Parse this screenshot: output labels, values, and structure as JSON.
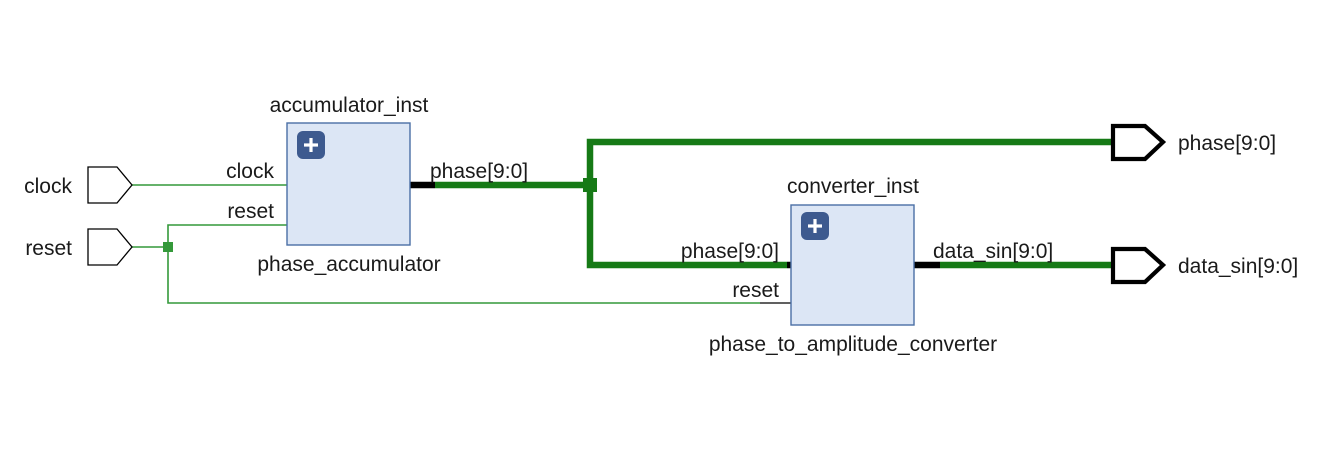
{
  "diagram": {
    "type": "rtl-schematic",
    "title": "",
    "background_color": "#ffffff",
    "colors": {
      "block_fill": "#dce6f5",
      "block_stroke": "#4a6fa5",
      "plus_badge": "#3d5a8f",
      "bus_wire": "#167a16",
      "thin_wire": "#34993a",
      "port_outline": "#000000",
      "text": "#1a1a1a"
    }
  },
  "input_ports": [
    {
      "name": "clock",
      "label": "clock",
      "shape": "pentagon-input"
    },
    {
      "name": "reset",
      "label": "reset",
      "shape": "pentagon-input"
    }
  ],
  "output_ports": [
    {
      "name": "phase",
      "label": "phase[9:0]",
      "shape": "pentagon-output",
      "width": 10
    },
    {
      "name": "data_sin",
      "label": "data_sin[9:0]",
      "shape": "pentagon-output",
      "width": 10
    }
  ],
  "blocks": [
    {
      "instance_name": "accumulator_inst",
      "module_name": "phase_accumulator",
      "badge": "+",
      "inputs": [
        {
          "label": "clock",
          "kind": "wire"
        },
        {
          "label": "reset",
          "kind": "wire"
        }
      ],
      "outputs": [
        {
          "label": "phase[9:0]",
          "kind": "bus",
          "width": 10
        }
      ]
    },
    {
      "instance_name": "converter_inst",
      "module_name": "phase_to_amplitude_converter",
      "badge": "+",
      "inputs": [
        {
          "label": "phase[9:0]",
          "kind": "bus",
          "width": 10
        },
        {
          "label": "reset",
          "kind": "wire"
        }
      ],
      "outputs": [
        {
          "label": "data_sin[9:0]",
          "kind": "bus",
          "width": 10
        }
      ]
    }
  ],
  "nets": [
    {
      "name": "clock",
      "kind": "wire",
      "from": "clock",
      "to": "accumulator_inst.clock"
    },
    {
      "name": "reset",
      "kind": "wire",
      "from": "reset",
      "to": "accumulator_inst.reset, converter_inst.reset",
      "has_junction": true
    },
    {
      "name": "phase",
      "kind": "bus",
      "width": 10,
      "from": "accumulator_inst.phase[9:0]",
      "to": "phase[9:0], converter_inst.phase[9:0]",
      "has_junction": true
    },
    {
      "name": "data_sin",
      "kind": "bus",
      "width": 10,
      "from": "converter_inst.data_sin[9:0]",
      "to": "data_sin[9:0]"
    }
  ]
}
